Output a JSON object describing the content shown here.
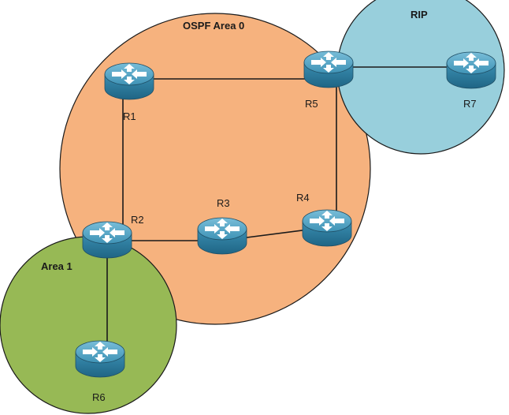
{
  "areas": {
    "ospf_area0": {
      "label": "OSPF Area 0",
      "color": "#f6b27e"
    },
    "rip": {
      "label": "RIP",
      "color": "#98cfdc"
    },
    "area1": {
      "label": "Area 1",
      "color": "#97b955"
    }
  },
  "routers": {
    "r1": {
      "label": "R1"
    },
    "r2": {
      "label": "R2"
    },
    "r3": {
      "label": "R3"
    },
    "r4": {
      "label": "R4"
    },
    "r5": {
      "label": "R5"
    },
    "r6": {
      "label": "R6"
    },
    "r7": {
      "label": "R7"
    }
  },
  "links": [
    {
      "from": "R1",
      "to": "R5"
    },
    {
      "from": "R1",
      "to": "R2"
    },
    {
      "from": "R2",
      "to": "R3"
    },
    {
      "from": "R3",
      "to": "R4"
    },
    {
      "from": "R4",
      "to": "R5"
    },
    {
      "from": "R5",
      "to": "R7"
    },
    {
      "from": "R2",
      "to": "R6"
    }
  ],
  "colors": {
    "router_body": "#2e7fa0",
    "router_top": "#4fa3c4",
    "router_arrows": "#ffffff",
    "outline": "#1a1a1a"
  },
  "icon": "router-icon"
}
